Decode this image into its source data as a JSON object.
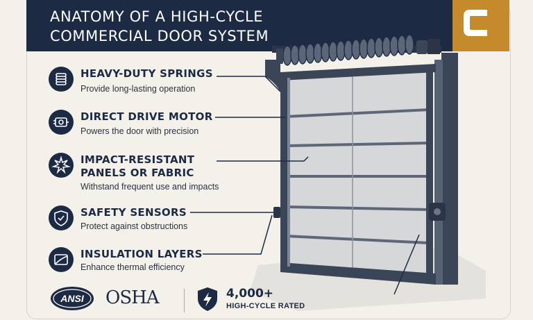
{
  "header": {
    "title_line1": "ANATOMY OF A HIGH-CYCLE",
    "title_line2": "COMMERCIAL DOOR SYSTEM",
    "brand_icon": "letter-c-logo-icon"
  },
  "features": [
    {
      "title": "HEAVY-DUTY SPRINGS",
      "title2": "",
      "desc": "Provide long-lasting operation",
      "icon": "spring-icon"
    },
    {
      "title": "DIRECT DRIVE MOTOR",
      "title2": "",
      "desc": "Powers the door with precision",
      "icon": "motor-icon"
    },
    {
      "title": "IMPACT-RESISTANT",
      "title2": "PANELS OR FABRIC",
      "desc": "Withstand frequent use and impacts",
      "icon": "impact-icon"
    },
    {
      "title": "SAFETY SENSORS",
      "title2": "",
      "desc": "Protect against obstructions",
      "icon": "shield-check-icon"
    },
    {
      "title": "INSULATION LAYERS",
      "title2": "",
      "desc": "Enhance thermal efficiency",
      "icon": "insulation-icon"
    }
  ],
  "footer": {
    "ansi": "ANSI",
    "osha": "OSHA",
    "cycles": "4,000+",
    "cycles_label": "HIGH-CYCLE RATED"
  },
  "colors": {
    "navy": "#1c2a44",
    "gold": "#c48a2c",
    "background": "#f3f1ea",
    "panel": "#d9dadb"
  }
}
